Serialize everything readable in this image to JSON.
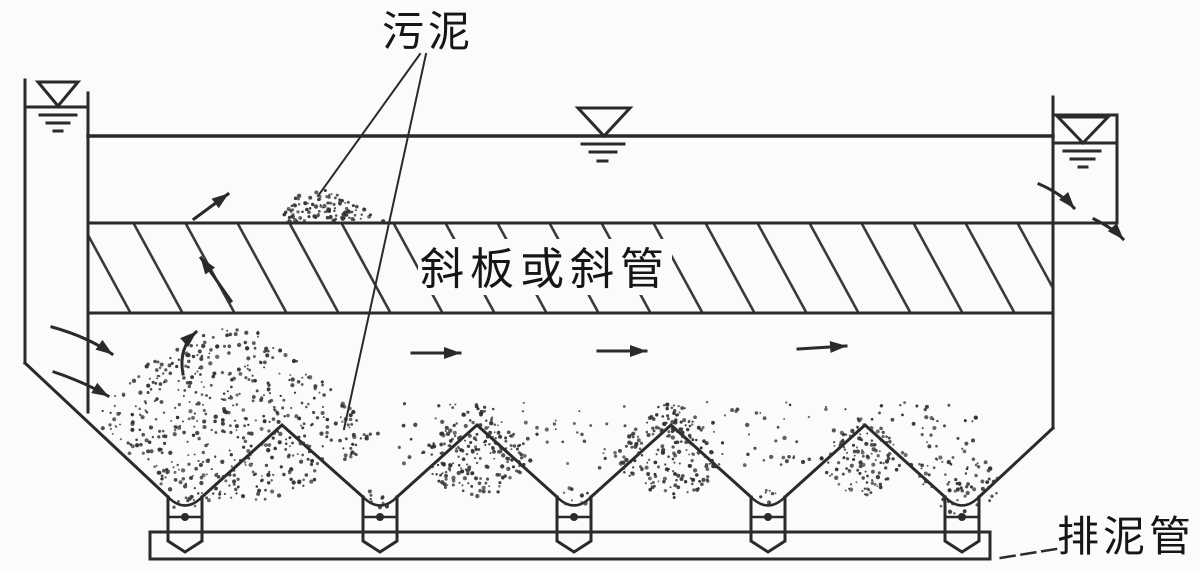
{
  "diagram": {
    "type": "inclined-plate-settling-tank-schematic",
    "labels": {
      "sludge": "污泥",
      "inclined_plates": "斜板或斜管",
      "sludge_drain_pipe": "排泥管"
    },
    "colors": {
      "background": "#fbfbfb",
      "line": "#2a2a2a",
      "text": "#161616"
    },
    "icons": {
      "water-level-icon": "inverted triangle over shrinking dashes (water surface mark)",
      "flow-arrow-icon": "solid-head flow arrow",
      "drain-valve-icon": "crossbar with dot inside hopper neck"
    },
    "counts": {
      "water_level_symbols": 3,
      "sludge_hoppers": 5,
      "flow_arrows": 10
    }
  }
}
